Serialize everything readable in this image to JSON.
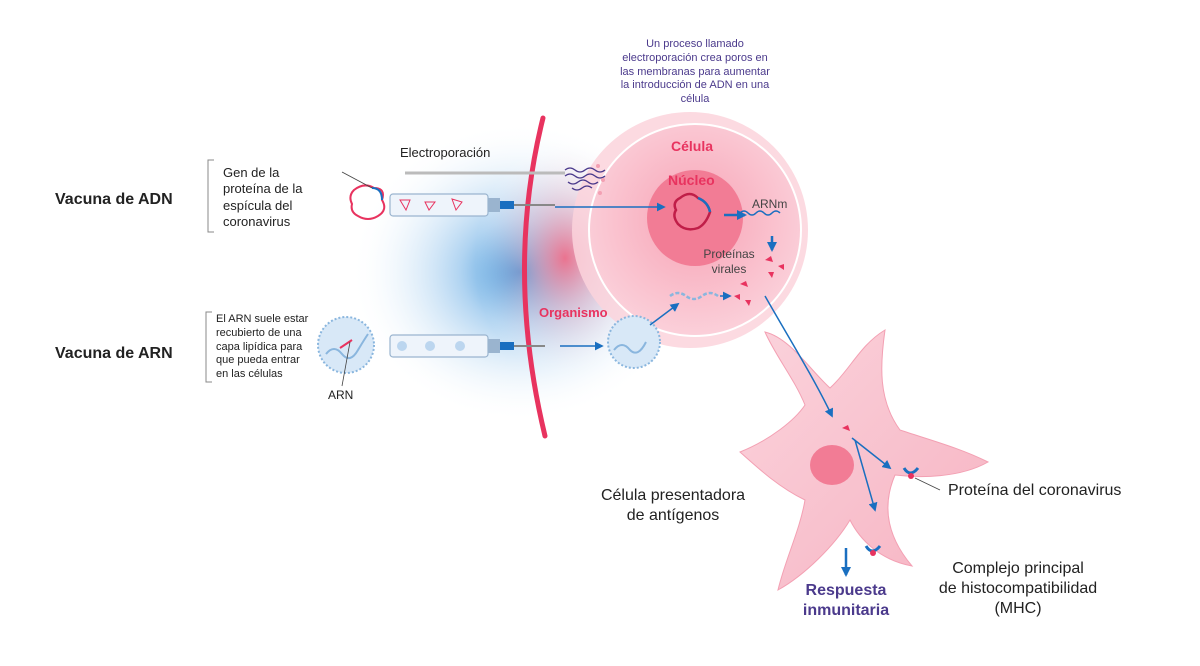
{
  "vaccines": {
    "dna": {
      "title": "Vacuna de ADN",
      "description": [
        "Gen de la",
        "proteína de la",
        "espícula del",
        "coronavirus"
      ]
    },
    "rna": {
      "title": "Vacuna de ARN",
      "description": [
        "El ARN suele estar",
        "recubierto de una",
        "capa lipídica para",
        "que pueda entrar",
        "en las células"
      ],
      "arn_label": "ARN"
    }
  },
  "electroporation": {
    "label": "Electroporación",
    "note": [
      "Un proceso llamado",
      "electroporación crea poros en",
      "las membranas para aumentar",
      "la introducción de ADN en una",
      "célula"
    ]
  },
  "cell": {
    "label": "Célula",
    "nucleus_label": "Núcleo",
    "mrna_label": "ARNm",
    "viral_proteins": [
      "Proteínas",
      "virales"
    ],
    "organism_label": "Organismo"
  },
  "apc": {
    "label": [
      "Célula presentadora",
      "de antígenos"
    ],
    "coronavirus_protein": "Proteína del coronavirus",
    "mhc": [
      "Complejo principal",
      "de histocompatibilidad",
      "(MHC)"
    ],
    "immune_response": [
      "Respuesta",
      "inmunitaria"
    ]
  },
  "colors": {
    "pink": "#e8335f",
    "cell_fill": "#f9b8c6",
    "nucleus_fill": "#f07a93",
    "blue": "#1a6fc0",
    "purple_text": "#4b3a8c",
    "apc_fill": "#f8c4cf"
  }
}
